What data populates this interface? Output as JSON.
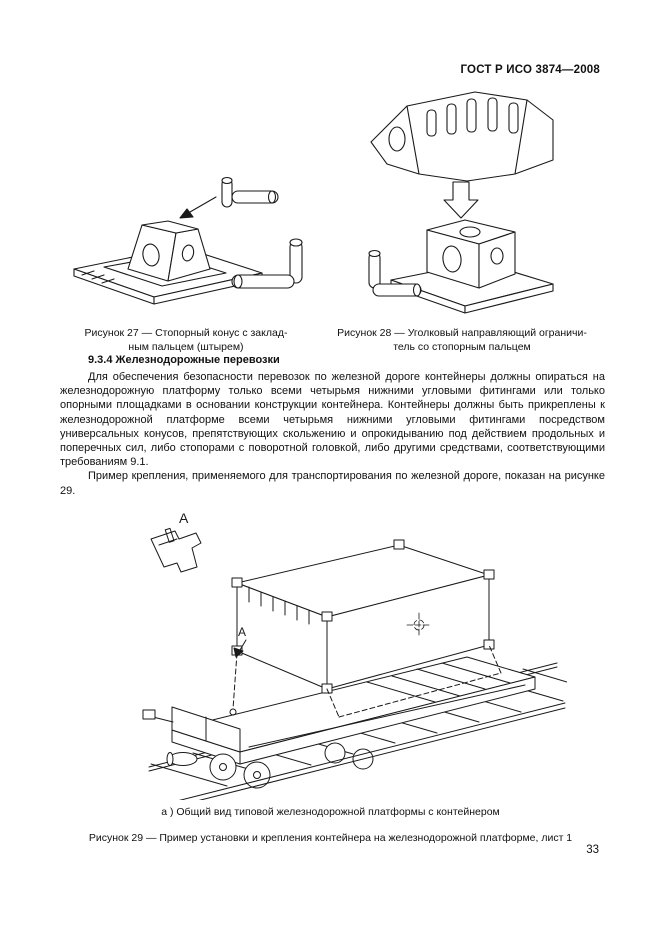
{
  "page": {
    "header": "ГОСТ Р ИСО 3874—2008",
    "number": "33"
  },
  "figure27": {
    "caption_line1": "Рисунок 27 — Стопорный конус с заклад-",
    "caption_line2": "ным пальцем (штырем)"
  },
  "figure28": {
    "caption_line1": "Рисунок 28 — Уголковый направляющий ограничи-",
    "caption_line2": "тель со стопорным пальцем"
  },
  "section": {
    "heading": "9.3.4 Железнодорожные перевозки",
    "paragraph1": "Для обеспечения безопасности перевозок по железной дороге контейнеры должны опираться на железнодорожную платформу только всеми четырьмя нижними угловыми фитингами или только опорными площадками в основании конструкции контейнера. Контейнеры должны быть прикреплены к железнодорожной платформе всеми четырьмя нижними угловыми фитингами посредством универсальных конусов, препятствующих скольжению и опрокидыванию под действием продольных и поперечных сил, либо стопорами с поворотной головкой, либо другими средствами, соответствующими требованиям 9.1.",
    "paragraph2": "Пример крепления, применяемого для транспортирования по железной дороге, показан на рисунке 29."
  },
  "figure29": {
    "detail_label": "А",
    "subcaption": "а ) Общий вид типовой железнодорожной платформы с контейнером",
    "caption": "Рисунок 29 — Пример установки и крепления контейнера на железнодорожной платформе, лист 1"
  }
}
